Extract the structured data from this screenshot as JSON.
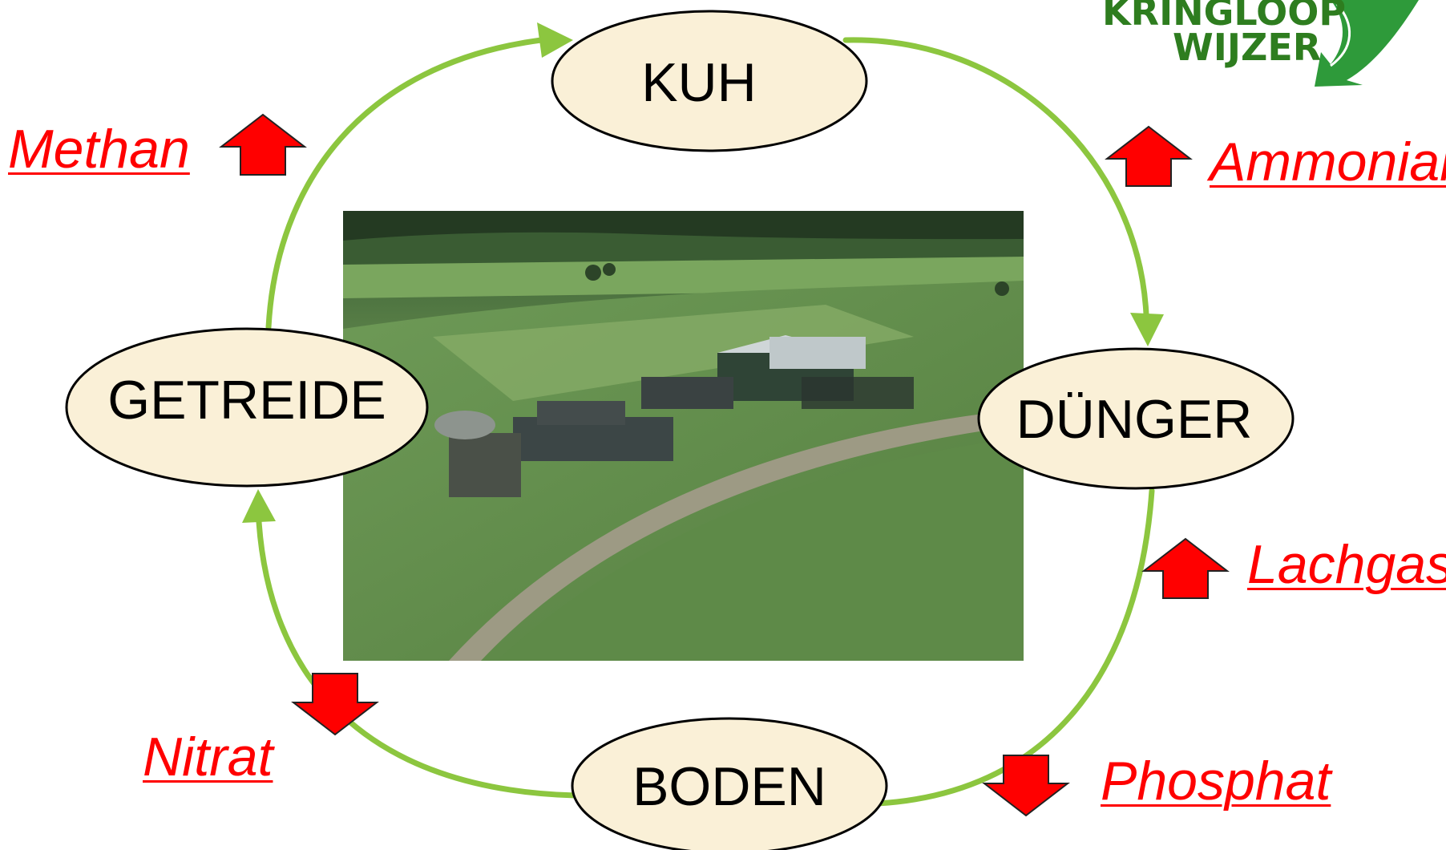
{
  "logo": {
    "line1": "KRINGLOOP",
    "line2": "WIJZER"
  },
  "nodes": {
    "kuh": "KUH",
    "duenger": "DÜNGER",
    "boden": "BODEN",
    "getreide": "GETREIDE"
  },
  "emissions": {
    "methan": "Methan",
    "ammoniak": "Ammoniak",
    "lachgas": "Lachgas",
    "nitrat": "Nitrat",
    "phosphat": "Phosphat"
  },
  "emission_directions": {
    "methan": "up",
    "ammoniak": "up",
    "lachgas": "up",
    "nitrat": "down",
    "phosphat": "down"
  },
  "colors": {
    "cycle_arrow": "#8cc63f",
    "emission": "#ff0000",
    "node_fill": "#faf0d7",
    "logo": "#2e7d1f"
  }
}
